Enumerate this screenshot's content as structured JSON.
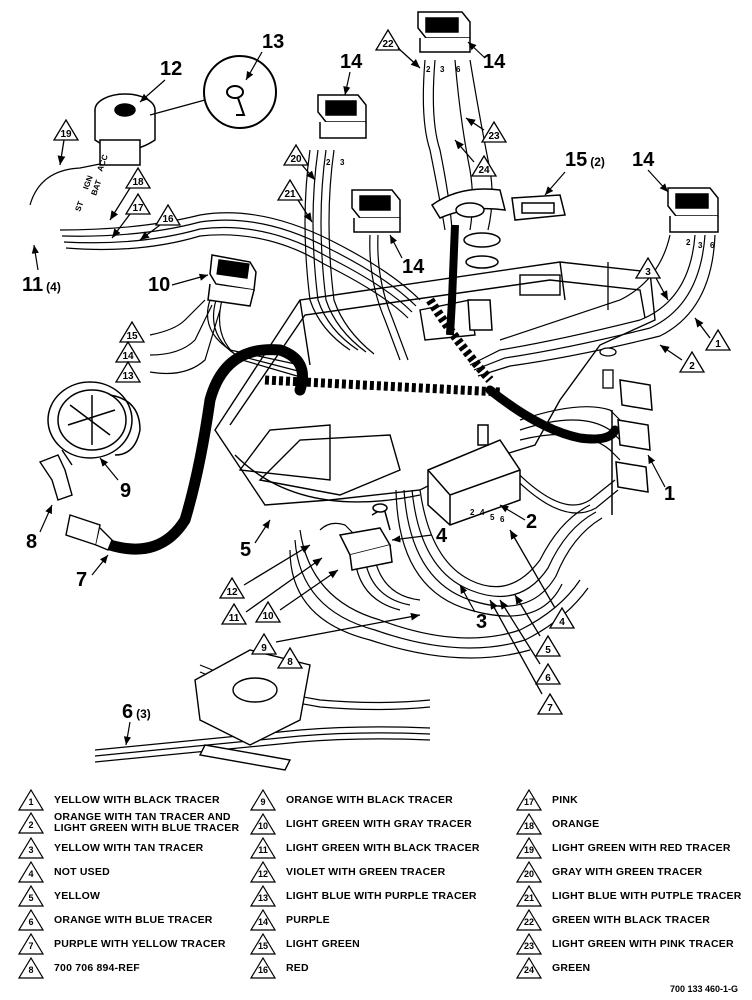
{
  "callouts": {
    "c1": "1",
    "c2": "2",
    "c3": "3",
    "c4": "4",
    "c5": "5",
    "c7": "7",
    "c8": "8",
    "c9": "9",
    "c10": "10",
    "c12": "12",
    "c13": "13",
    "c14a": "14",
    "c14b": "14",
    "c14c": "14",
    "c14d": "14",
    "c6": "6",
    "c6_qty": "(3)",
    "c11": "11",
    "c11_qty": "(4)",
    "c15": "15",
    "c15_qty": "(2)"
  },
  "wire_tags": {
    "t19": "19",
    "t18": "18",
    "t17": "17",
    "t16": "16",
    "t15": "15",
    "t14": "14",
    "t13": "13",
    "t20": "20",
    "t21": "21",
    "t22": "22",
    "t23": "23",
    "t24": "24",
    "t3a": "3",
    "t1a": "1",
    "t2a": "2",
    "t12": "12",
    "t11": "11",
    "t10": "10",
    "t9": "9",
    "t8": "8",
    "t4b": "4",
    "t5b": "5",
    "t6b": "6",
    "t7b": "7"
  },
  "switch_terms": {
    "ign": "IGN",
    "acc": "ACC",
    "st": "ST",
    "bat": "BAT",
    "s2": "2",
    "s3": "3",
    "s4": "4",
    "s5": "5",
    "s6": "6"
  },
  "legend": [
    {
      "num": "1",
      "text": "YELLOW WITH BLACK TRACER"
    },
    {
      "num": "2",
      "text": "ORANGE WITH TAN TRACER AND",
      "text2": "LIGHT GREEN WITH BLUE TRACER"
    },
    {
      "num": "3",
      "text": "YELLOW WITH TAN TRACER"
    },
    {
      "num": "4",
      "text": "NOT USED"
    },
    {
      "num": "5",
      "text": "YELLOW"
    },
    {
      "num": "6",
      "text": "ORANGE WITH BLUE TRACER"
    },
    {
      "num": "7",
      "text": "PURPLE WITH YELLOW TRACER"
    },
    {
      "num": "8",
      "text": "700 706 894-REF"
    },
    {
      "num": "9",
      "text": "ORANGE WITH BLACK TRACER"
    },
    {
      "num": "10",
      "text": "LIGHT GREEN WITH GRAY TRACER"
    },
    {
      "num": "11",
      "text": "LIGHT GREEN WITH BLACK TRACER"
    },
    {
      "num": "12",
      "text": "VIOLET WITH GREEN TRACER"
    },
    {
      "num": "13",
      "text": "LIGHT BLUE WITH PURPLE TRACER"
    },
    {
      "num": "14",
      "text": "PURPLE"
    },
    {
      "num": "15",
      "text": "LIGHT GREEN"
    },
    {
      "num": "16",
      "text": "RED"
    },
    {
      "num": "17",
      "text": "PINK"
    },
    {
      "num": "18",
      "text": "ORANGE"
    },
    {
      "num": "19",
      "text": "LIGHT GREEN WITH RED TRACER"
    },
    {
      "num": "20",
      "text": "GRAY WITH GREEN TRACER"
    },
    {
      "num": "21",
      "text": "LIGHT BLUE WITH PUTPLE TRACER"
    },
    {
      "num": "22",
      "text": "GREEN WITH BLACK TRACER"
    },
    {
      "num": "23",
      "text": "LIGHT GREEN WITH PINK TRACER"
    },
    {
      "num": "24",
      "text": "GREEN"
    }
  ],
  "part_number": "700 133 460-1-G"
}
